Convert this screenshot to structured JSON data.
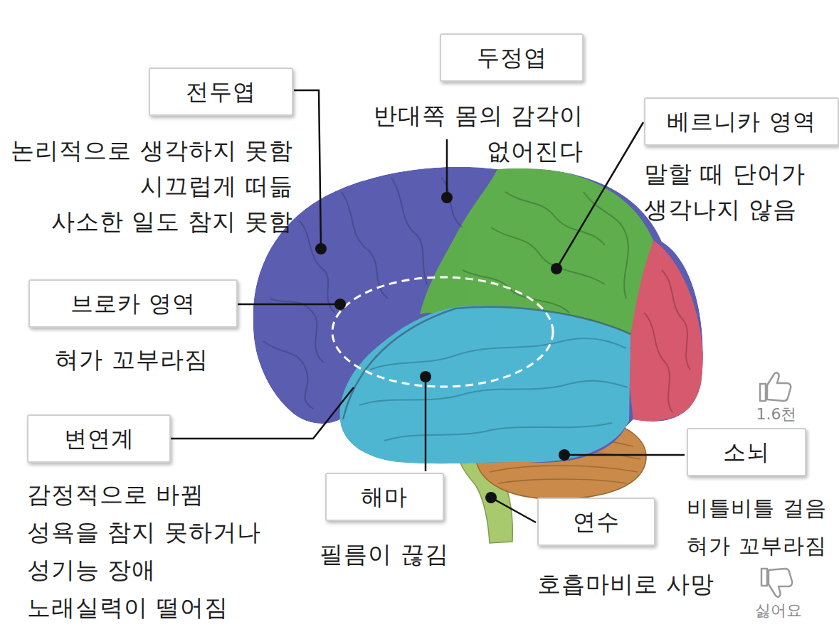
{
  "diagram": {
    "nodes": [
      {
        "text": [
          "두정엽",
          "반대쪽 몸의 감각이 없어진다"
        ]
      },
      {
        "text": [
          "전두엽",
          "논리적으로 생각하지 못함",
          "시끄럽게 떠듦",
          "사소한 일도 참지 못함"
        ]
      },
      {
        "text": [
          "베르니카 영역",
          "말할 때 단어가 생각나지 않음"
        ]
      },
      {
        "text": [
          "브로카 영역",
          "혀가 꼬부라짐"
        ]
      },
      {
        "text": [
          "변연계",
          "감정적으로 바뀜",
          "성욕을 참지 못하거나 성기능 장애",
          "노래실력이 떨어짐"
        ]
      },
      {
        "text": [
          "소뇌",
          "비틀비틀 걸음",
          "혀가 꼬부라짐"
        ]
      },
      {
        "text": [
          "해마",
          "필름이 끊김"
        ]
      },
      {
        "text": [
          "연수",
          "호흡마비로 사망"
        ]
      }
    ],
    "labels": [
      "1.6천",
      "싫어요"
    ]
  }
}
